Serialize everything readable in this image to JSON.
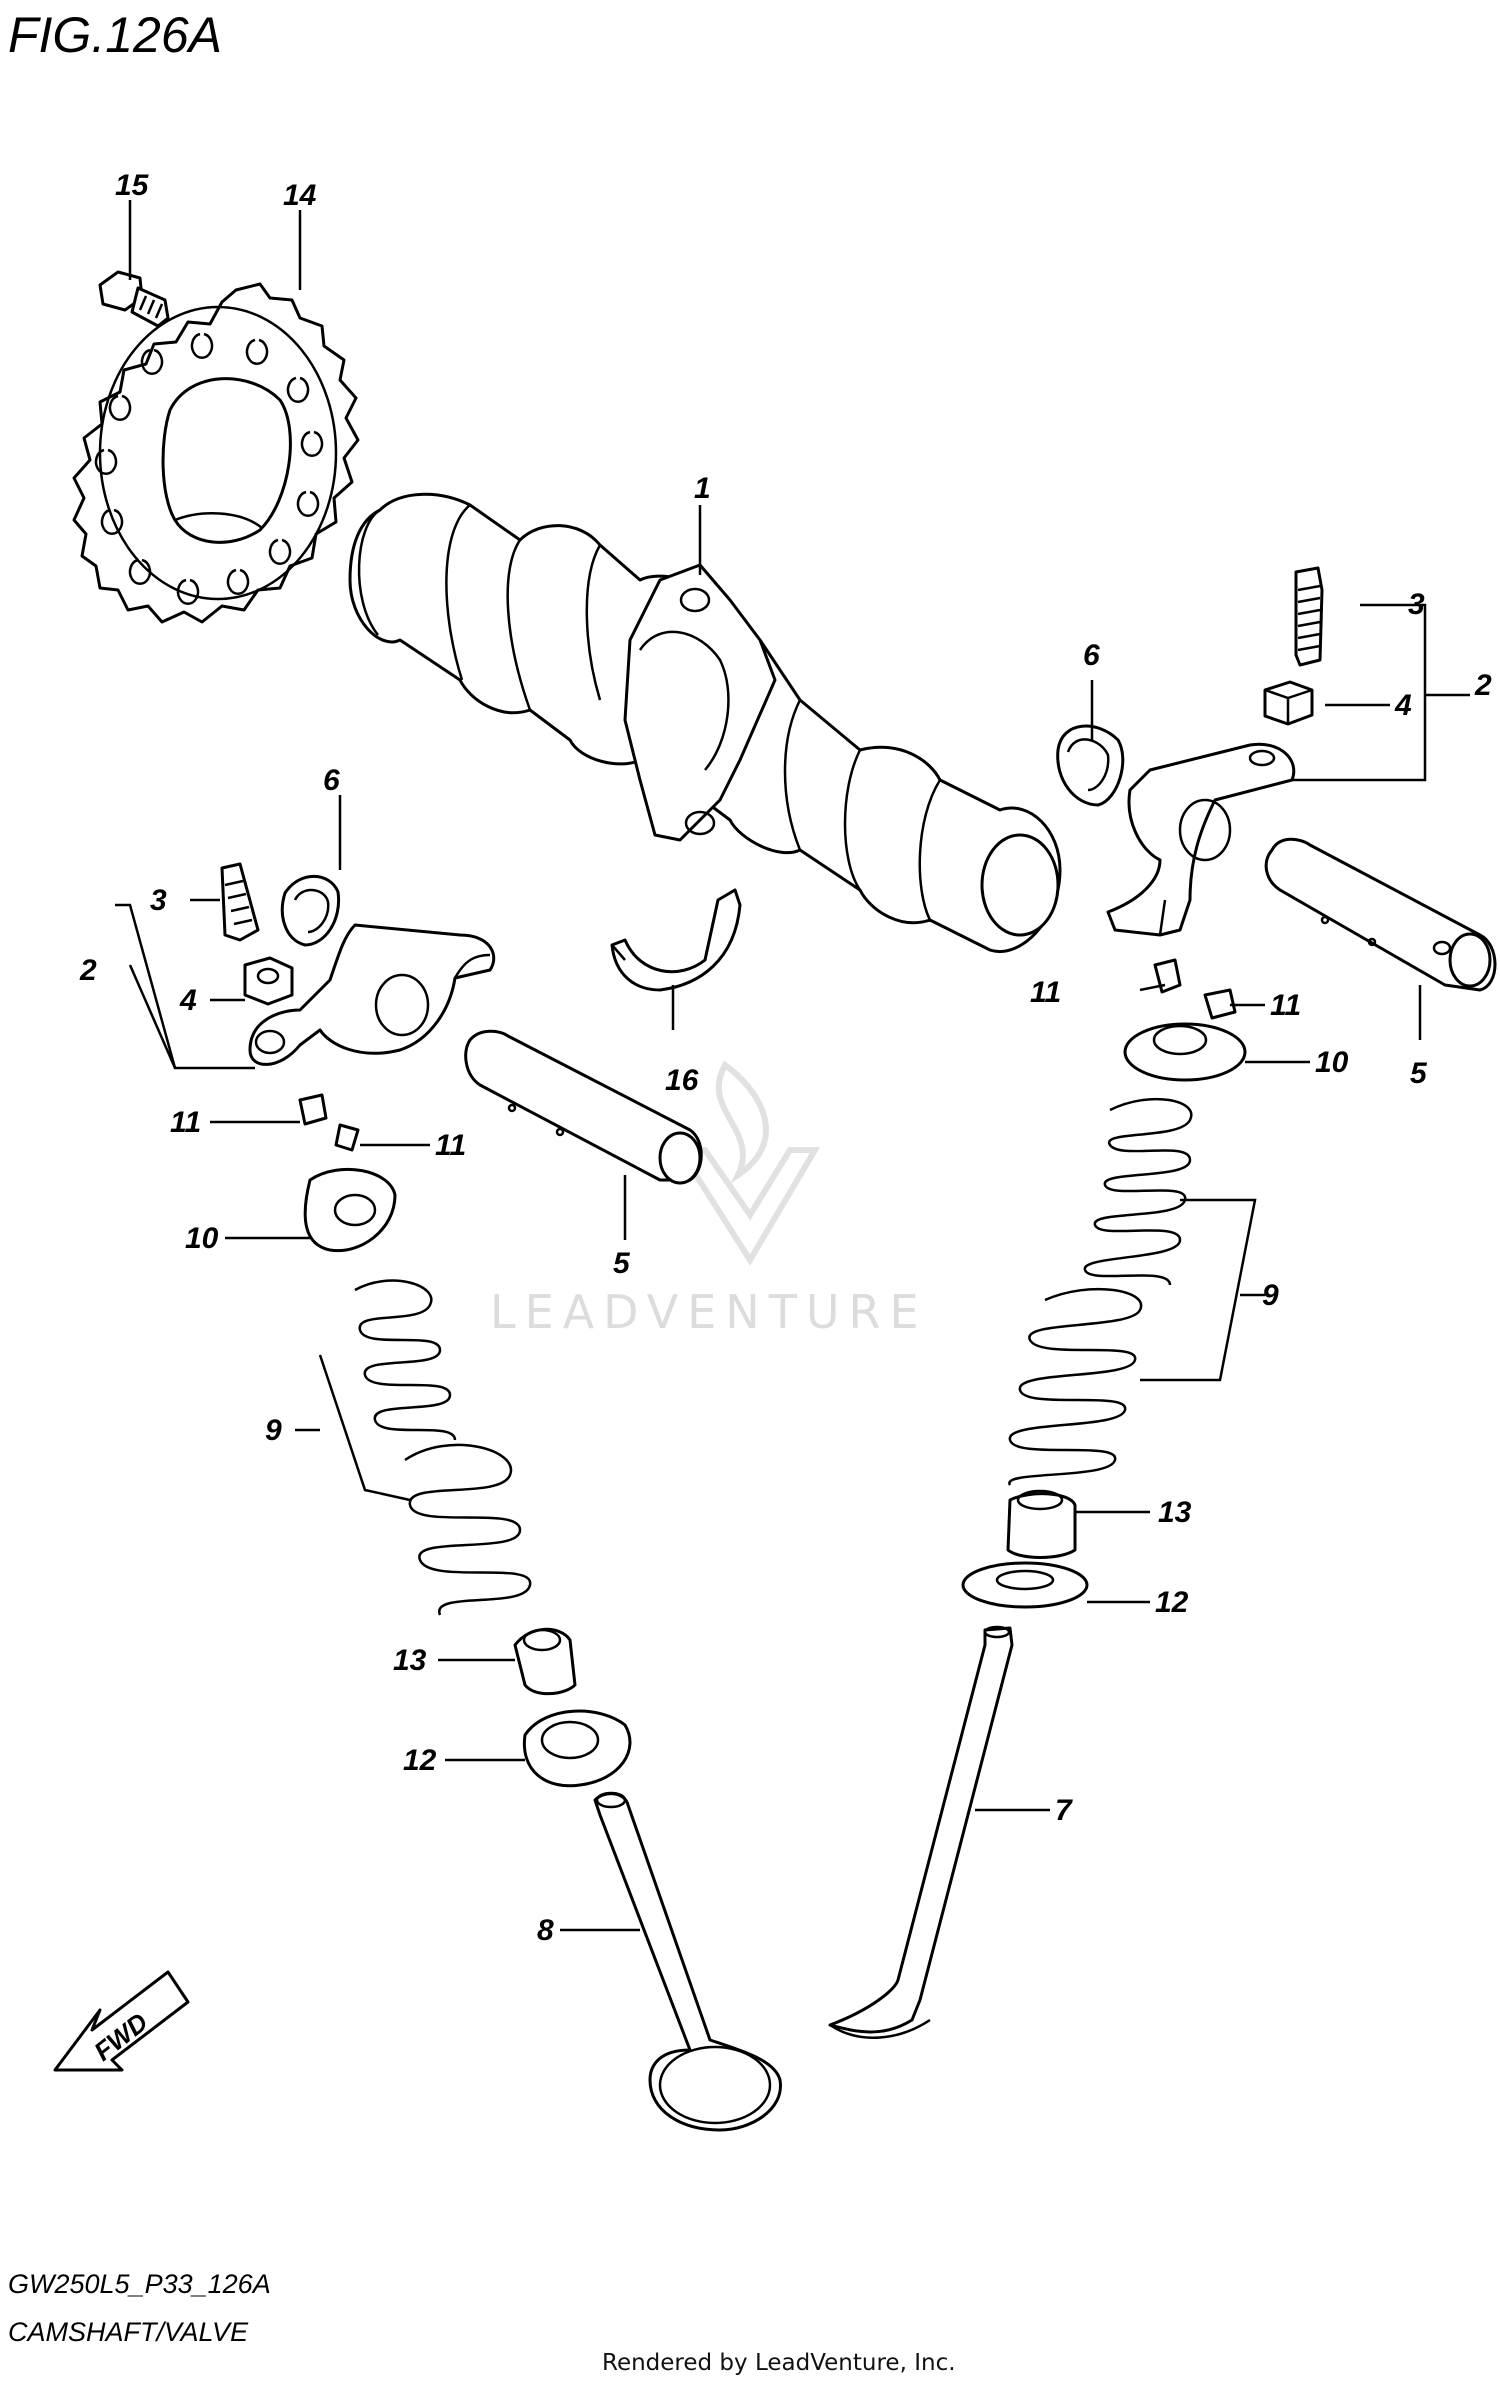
{
  "title": "FIG.126A",
  "code": "GW250L5_P33_126A",
  "subtitle": "CAMSHAFT/VALVE",
  "credit": "Rendered by LeadVenture, Inc.",
  "watermark": "LEADVENTURE",
  "fwd_label": "FWD",
  "callouts": {
    "c1": "1",
    "c2_right": "2",
    "c2_left": "2",
    "c3_right": "3",
    "c3_left": "3",
    "c4_right": "4",
    "c4_left": "4",
    "c5_right": "5",
    "c5_left": "5",
    "c6_right": "6",
    "c6_left": "6",
    "c7": "7",
    "c8": "8",
    "c9_right": "9",
    "c9_left": "9",
    "c10_right": "10",
    "c10_left": "10",
    "c11_right_a": "11",
    "c11_right_b": "11",
    "c11_left_a": "11",
    "c11_left_b": "11",
    "c12_right": "12",
    "c12_left": "12",
    "c13_right": "13",
    "c13_left": "13",
    "c14": "14",
    "c15": "15",
    "c16": "16"
  },
  "icons": {
    "fwd_arrow": "arrow-fwd-icon",
    "watermark_logo": "flame-v-logo"
  }
}
